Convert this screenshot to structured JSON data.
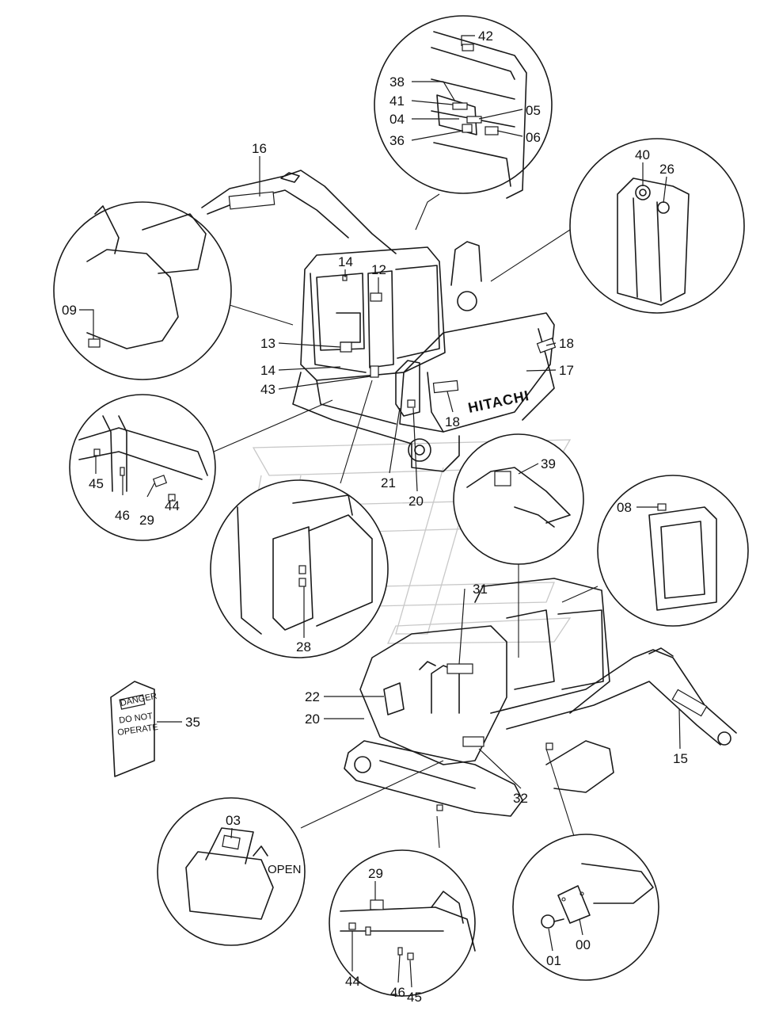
{
  "brand": "HITACHI",
  "tag": {
    "line1": "DANGER",
    "line2": "DO NOT",
    "line3": "OPERATE"
  },
  "open_label": "OPEN",
  "callouts": {
    "c00": "00",
    "c01": "01",
    "c03": "03",
    "c04": "04",
    "c05": "05",
    "c06": "06",
    "c08": "08",
    "c09": "09",
    "c12": "12",
    "c13": "13",
    "c14a": "14",
    "c14b": "14",
    "c15": "15",
    "c16": "16",
    "c17": "17",
    "c18a": "18",
    "c18b": "18",
    "c20a": "20",
    "c20b": "20",
    "c21": "21",
    "c22": "22",
    "c26": "26",
    "c28": "28",
    "c29a": "29",
    "c29b": "29",
    "c31": "31",
    "c32": "32",
    "c35": "35",
    "c36": "36",
    "c38": "38",
    "c39": "39",
    "c40": "40",
    "c41": "41",
    "c42": "42",
    "c43": "43",
    "c44a": "44",
    "c44b": "44",
    "c45a": "45",
    "c45b": "45",
    "c46a": "46",
    "c46b": "46"
  }
}
